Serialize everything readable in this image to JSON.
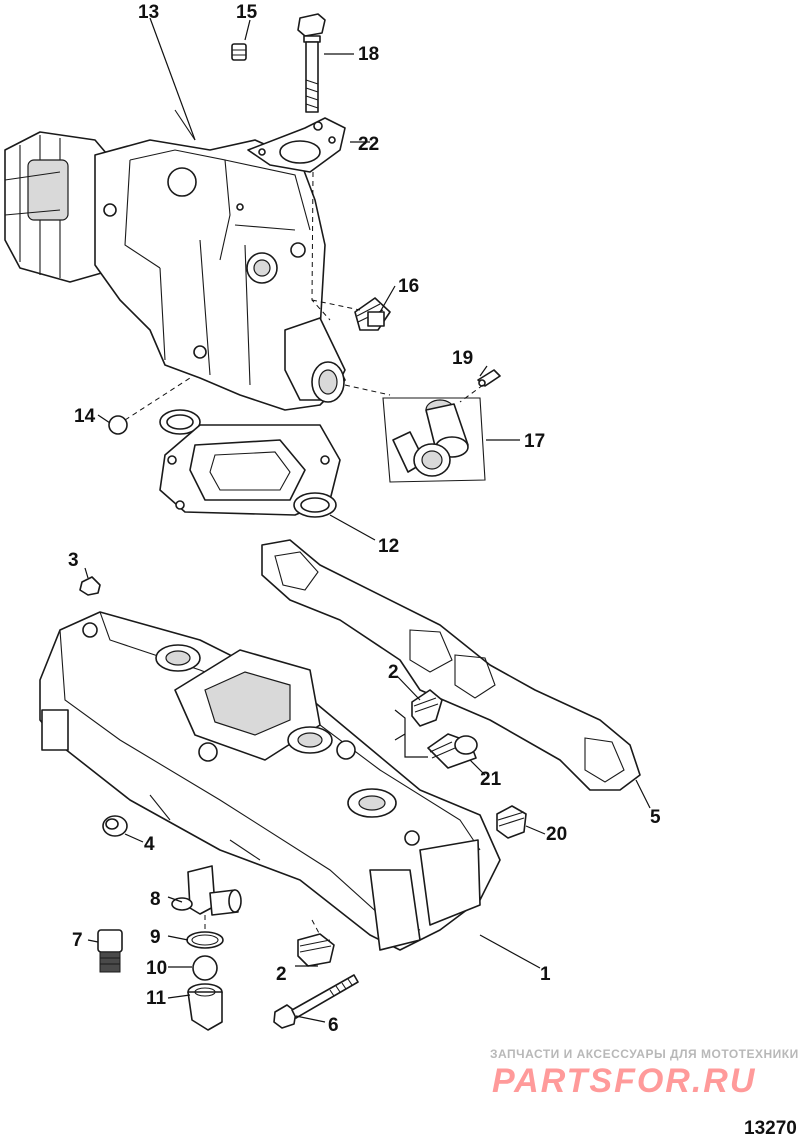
{
  "callouts": {
    "c1": "1",
    "c2a": "2",
    "c2b": "2",
    "c3": "3",
    "c4": "4",
    "c5": "5",
    "c6": "6",
    "c7": "7",
    "c8": "8",
    "c9": "9",
    "c10": "10",
    "c11": "11",
    "c12": "12",
    "c13": "13",
    "c14": "14",
    "c15": "15",
    "c16": "16",
    "c17": "17",
    "c18": "18",
    "c19": "19",
    "c20": "20",
    "c21": "21",
    "c22": "22"
  },
  "watermark": {
    "tagline": "ЗАПЧАСТИ И АКСЕССУАРЫ ДЛЯ МОТОТЕХНИКИ",
    "brand": "PARTSFOR.RU"
  },
  "figure_number": "13270"
}
